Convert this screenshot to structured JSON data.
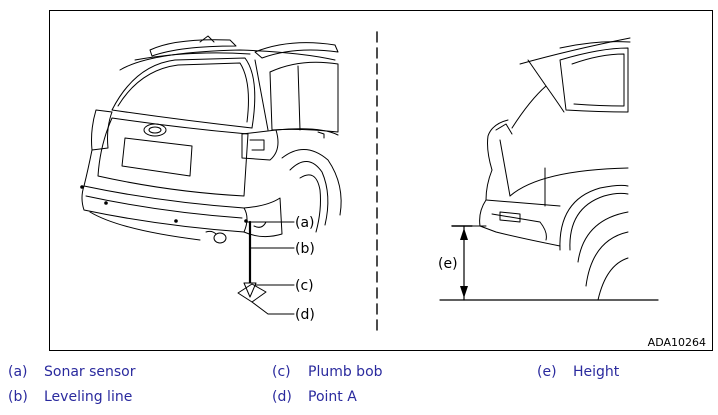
{
  "figure": {
    "id": "ADA10264",
    "callouts": {
      "a": "(a)",
      "b": "(b)",
      "c": "(c)",
      "d": "(d)",
      "e": "(e)"
    }
  },
  "legend": [
    {
      "code": "(a)",
      "label": "Sonar sensor"
    },
    {
      "code": "(b)",
      "label": "Leveling line"
    },
    {
      "code": "(c)",
      "label": "Plumb bob"
    },
    {
      "code": "(d)",
      "label": "Point A"
    },
    {
      "code": "(e)",
      "label": "Height"
    }
  ],
  "colors": {
    "legend_text": "#2a2a9e",
    "line_art": "#000000"
  }
}
